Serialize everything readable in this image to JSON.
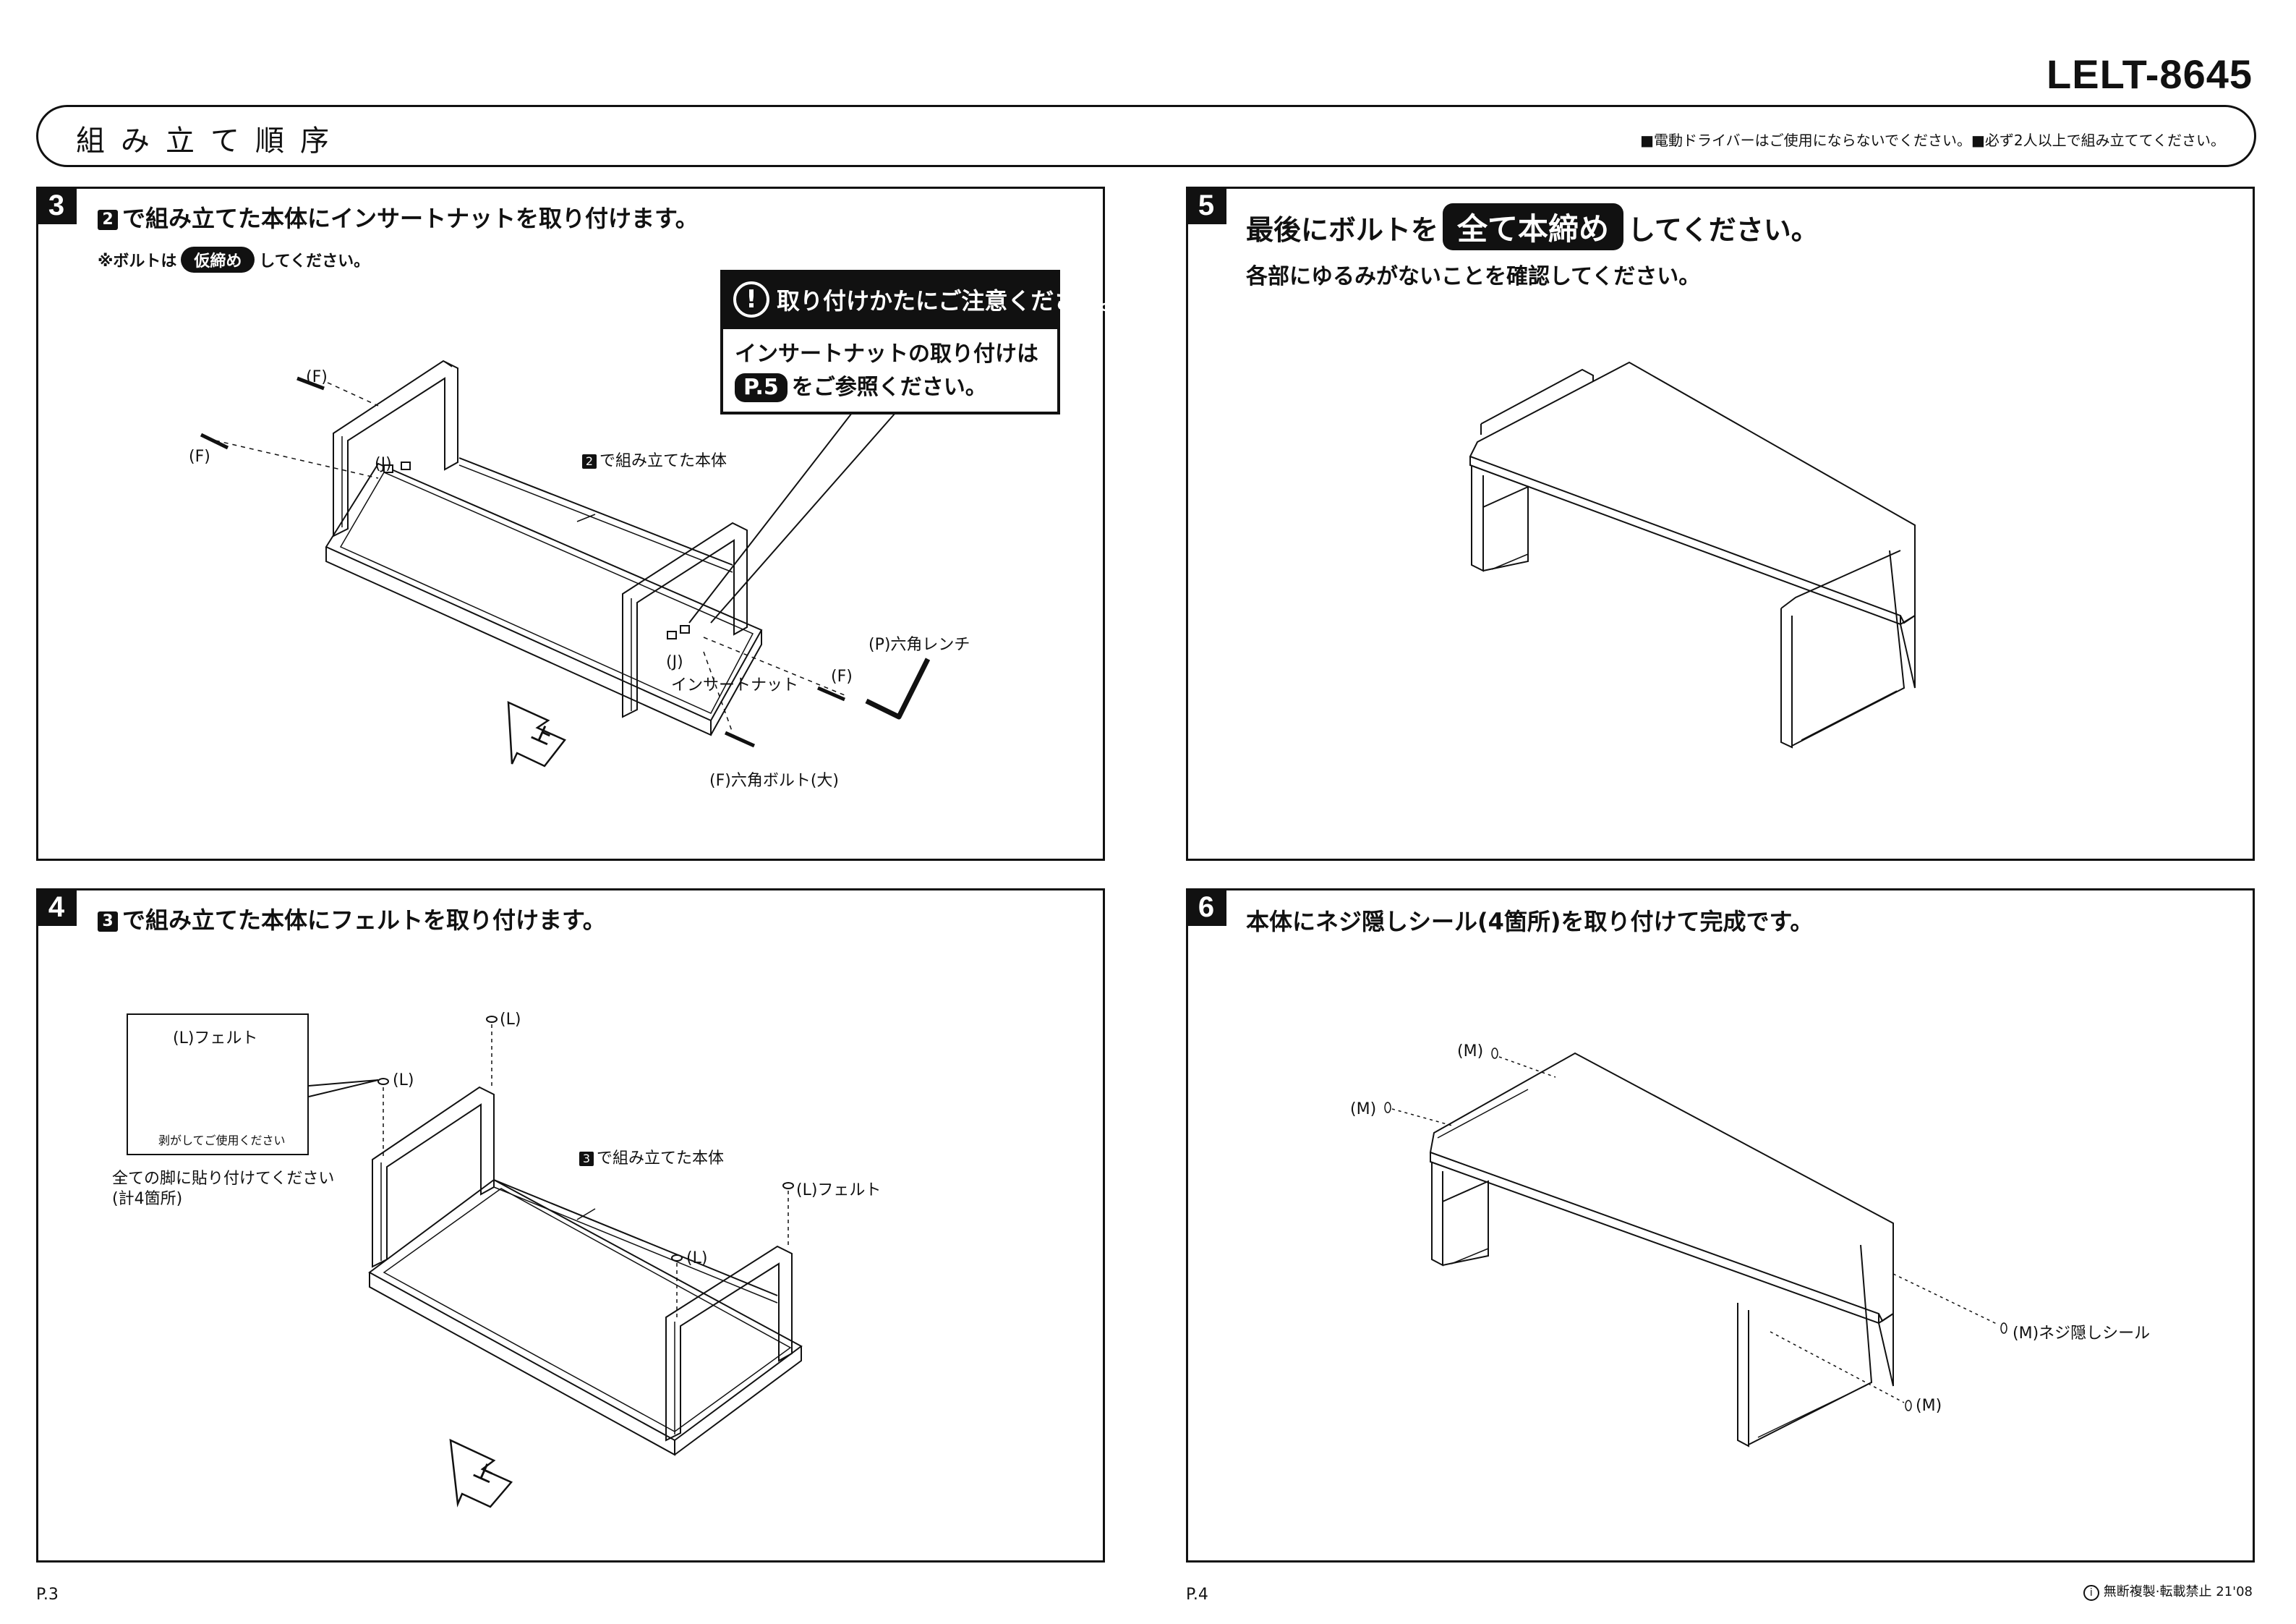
{
  "header": {
    "model": "LELT-8645",
    "title": "組み立て順序",
    "note": "■電動ドライバーはご使用にならないでください。■必ず2人以上で組み立ててください。"
  },
  "step3": {
    "number": "3",
    "title_ref": "2",
    "title": "で組み立てた本体にインサートナットを取り付けます。",
    "note_prefix": "※ボルトは",
    "note_pill": "仮締め",
    "note_suffix": "してください。",
    "caution_head": "取り付けかたにご注意ください。",
    "caution_line1": "インサートナットの取り付けは",
    "caution_pill": "P.5",
    "caution_line2": "をご参照ください。",
    "labels": {
      "f1": "(F)",
      "f2": "(F)",
      "j1": "(J)",
      "body_ref": "2",
      "body": "で組み立てた本体",
      "j2": "(J)",
      "insert_nut": "インサートナット",
      "wrench": "(P)六角レンチ",
      "f3": "(F)",
      "bolt": "(F)六角ボルト(大)",
      "up": "上"
    }
  },
  "step4": {
    "number": "4",
    "title_ref": "3",
    "title": "で組み立てた本体にフェルトを取り付けます。",
    "felt_box_label": "(L)フェルト",
    "felt_box_caption": "剥がしてご使用ください",
    "felt_note_1": "全ての脚に貼り付けてください",
    "felt_note_2": "(計4箇所)",
    "labels": {
      "l1": "(L)",
      "l2": "(L)",
      "body_ref": "3",
      "body": "で組み立てた本体",
      "l3": "(L)フェルト",
      "l4": "(L)",
      "up": "上"
    }
  },
  "step5": {
    "number": "5",
    "title_prefix": "最後にボルトを",
    "title_pill": "全て本締め",
    "title_suffix": "してください。",
    "sub": "各部にゆるみがないことを確認してください。"
  },
  "step6": {
    "number": "6",
    "title": "本体にネジ隠しシール(4箇所)を取り付けて完成です。",
    "labels": {
      "m1": "(M)",
      "m2": "(M)",
      "m3": "(M)ネジ隠しシール",
      "m4": "(M)"
    }
  },
  "footer": {
    "page_left": "P.3",
    "page_right": "P.4",
    "copyright": "無断複製·転載禁止 21'08"
  }
}
